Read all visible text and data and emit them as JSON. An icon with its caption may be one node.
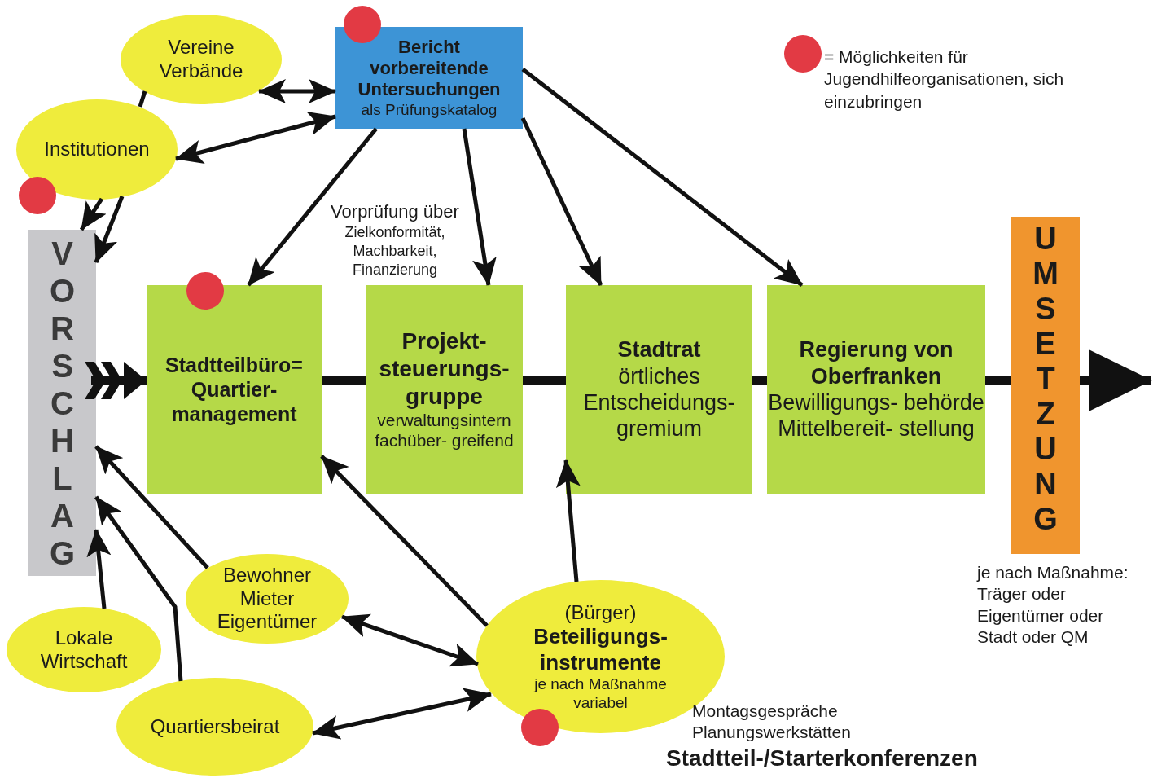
{
  "diagram": {
    "nodes": [
      {
        "text": [
          "Vereine Verbände"
        ]
      },
      {
        "text": [
          "Bericht vorbereitende Untersuchungen",
          "als Prüfungskatalog"
        ]
      },
      {
        "text": [
          "Institutionen"
        ]
      },
      {
        "text": [
          "VORSCHLAG"
        ]
      },
      {
        "text": [
          "Stadtteilbüro= Quartier- management"
        ]
      },
      {
        "text": [
          "Projekt- steuerungs- gruppe",
          "verwaltungsintern fachüber- greifend"
        ]
      },
      {
        "text": [
          "Stadtrat",
          "örtliches Entscheidungs- gremium"
        ]
      },
      {
        "text": [
          "Regierung von Oberfranken",
          "Bewilligungs- behörde Mittelbereit- stellung"
        ]
      },
      {
        "text": [
          "UMSETZUNG"
        ],
        "beside": [
          "je nach Maßnahme: Träger oder Eigentümer oder Stadt oder QM"
        ]
      },
      {
        "text": [
          "Bewohner Mieter Eigentümer"
        ]
      },
      {
        "text": [
          "Lokale Wirtschaft"
        ]
      },
      {
        "text": [
          "(Bürger)",
          "Beteiligungs- instrumente",
          "je nach Maßnahme variabel"
        ],
        "beside": [
          "Montagsgespräche",
          "Planungswerkstätten",
          "Stadtteil-/Starterkonferenzen"
        ]
      },
      {
        "text": [
          "Quartiersbeirat"
        ]
      }
    ],
    "edges": [
      {
        "from": 0,
        "to": 1,
        "arrow": "both"
      },
      {
        "from": 2,
        "to": 1,
        "arrow": "both"
      },
      {
        "from": 0,
        "to": 2,
        "arrow": "none"
      },
      {
        "from": 2,
        "to": 3,
        "arrow": "to"
      },
      {
        "from": 2,
        "to": 3,
        "arrow": "to"
      },
      {
        "from": 3,
        "to": 4,
        "arrow": "to",
        "style": "thick"
      },
      {
        "from": 4,
        "to": 5,
        "arrow": "none",
        "style": "thick"
      },
      {
        "from": 5,
        "to": 6,
        "arrow": "none",
        "style": "thick"
      },
      {
        "from": 6,
        "to": 7,
        "arrow": "none",
        "style": "thick"
      },
      {
        "from": 7,
        "to": 8,
        "arrow": "none",
        "style": "thick"
      },
      {
        "from": 8,
        "to": null,
        "arrow": "to",
        "style": "thick"
      },
      {
        "from": 1,
        "to": 4,
        "arrow": "to"
      },
      {
        "from": 1,
        "to": 5,
        "arrow": "to"
      },
      {
        "from": 1,
        "to": 6,
        "arrow": "to"
      },
      {
        "from": 1,
        "to": 7,
        "arrow": "to"
      },
      {
        "from": 9,
        "to": 3,
        "arrow": "to"
      },
      {
        "from": 10,
        "to": 3,
        "arrow": "to"
      },
      {
        "from": 12,
        "to": 3,
        "arrow": "to"
      },
      {
        "from": 9,
        "to": 11,
        "arrow": "both"
      },
      {
        "from": 12,
        "to": 11,
        "arrow": "both"
      },
      {
        "from": 11,
        "to": 4,
        "arrow": "to"
      },
      {
        "from": 11,
        "to": 6,
        "arrow": "to"
      }
    ],
    "labels": [
      "Vorprüfung über",
      "Zielkonformität, Machbarkeit, Finanzierung"
    ],
    "legend": [
      {
        "text": "= Möglichkeiten für Jugendhilfeorganisationen, sich einzubringen",
        "color": "#e23a44"
      }
    ]
  }
}
